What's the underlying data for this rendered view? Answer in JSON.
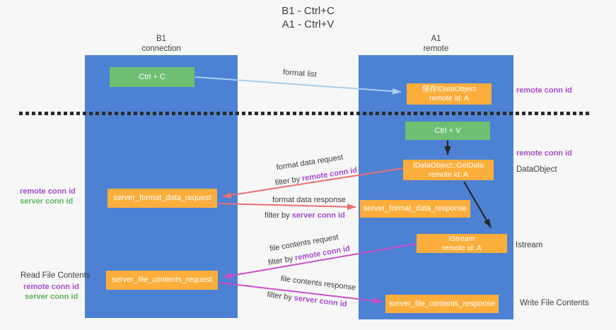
{
  "title": {
    "line1": "B1 - Ctrl+C",
    "line2": "A1 - Ctrl+V"
  },
  "columns": {
    "left": {
      "name": "B1",
      "role": "connection"
    },
    "right": {
      "name": "A1",
      "role": "remote"
    }
  },
  "boxes": {
    "ctrl_c": {
      "label": "Ctrl + C"
    },
    "save_dataobject": {
      "line1": "保存IDataObject",
      "line2": "remote id: A"
    },
    "ctrl_v": {
      "label": "Ctrl + V"
    },
    "getdata": {
      "line1": "IDataObject::GetData",
      "line2": "remote id: A"
    },
    "format_request": {
      "label": "server_format_data_request"
    },
    "format_response": {
      "label": "server_format_data_response"
    },
    "istream": {
      "line1": "IStream",
      "line2": "remote id: A"
    },
    "file_request": {
      "label": "server_file_contents_request"
    },
    "file_response": {
      "label": "server_file_contents_response"
    }
  },
  "arrow_labels": {
    "format_list": "format list",
    "format_data_request": "format data request",
    "format_data_response": "format data response",
    "file_contents_request": "file contents request",
    "file_contents_response": "file contents response",
    "filter_by": "filter by",
    "remote_conn_id": "remote conn id",
    "server_conn_id": "server conn id"
  },
  "annotations": {
    "left_top": {
      "remote": "remote conn id",
      "server": "server conn id"
    },
    "left_bottom": {
      "title": "Read File Contents",
      "remote": "remote conn id",
      "server": "server conn id"
    },
    "right": {
      "save_remote": "remote conn id",
      "getdata_remote": "remote conn id",
      "dataobject": "DataObject",
      "istream": "Istream",
      "write_file": "Write File Contents"
    }
  },
  "colors": {
    "column_blue": "#4d81d3",
    "box_orange": "#fbae3c",
    "box_green": "#6fbf73",
    "arrow_lightblue": "#a9cfec",
    "arrow_salmon": "#e87070",
    "arrow_magenta": "#c750c7",
    "arrow_black": "#262626",
    "text_purple": "#a54ccb",
    "text_green": "#5eb560",
    "text_dark": "#3d3d3d",
    "background": "#f7f7f7"
  }
}
